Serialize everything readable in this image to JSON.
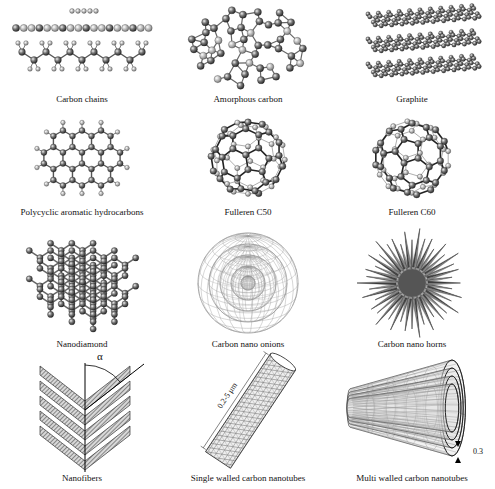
{
  "diagram": {
    "labels": [
      "Carbon chains",
      "Amorphous carbon",
      "Graphite",
      "Polycyclic aromatic hydrocarbons",
      "Fulleren C50",
      "Fulleren C60",
      "Nanodiamond",
      "Carbon nano onions",
      "Carbon nano horns",
      "α",
      "0.2-5 μm",
      "0.3",
      "Nanofibers",
      "Single walled carbon nanotubes",
      "Multi walled carbon nanotubes"
    ]
  }
}
